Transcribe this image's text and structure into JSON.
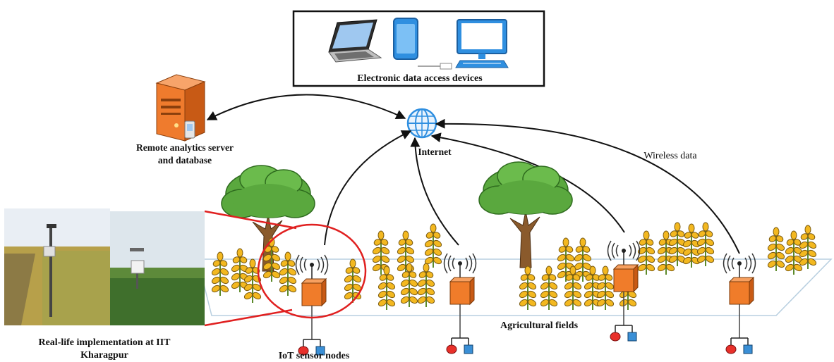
{
  "labels": {
    "devices": "Electronic data access devices",
    "server_line1": "Remote analytics server",
    "server_line2": "and database",
    "internet": "Internet",
    "wireless": "Wireless data",
    "fields": "Agricultural fields",
    "sensor_nodes": "IoT sensor nodes",
    "realife_line1": "Real-life implementation at IIT",
    "realife_line2": "Kharagpur"
  },
  "colors": {
    "node_box": "#f07c2a",
    "sensor_red": "#e8302a",
    "sensor_blue": "#3a8fd6",
    "device_blue": "#2f8fe0",
    "server_orange": "#ef7b2d",
    "highlight_red": "#e02020",
    "foliage": "#5aa83e",
    "crop_yellow": "#f3b820"
  },
  "icons": [
    "laptop-icon",
    "smartphone-icon",
    "monitor-icon",
    "server-icon",
    "globe-icon",
    "tree-icon",
    "crop-icon",
    "antenna-icon"
  ]
}
